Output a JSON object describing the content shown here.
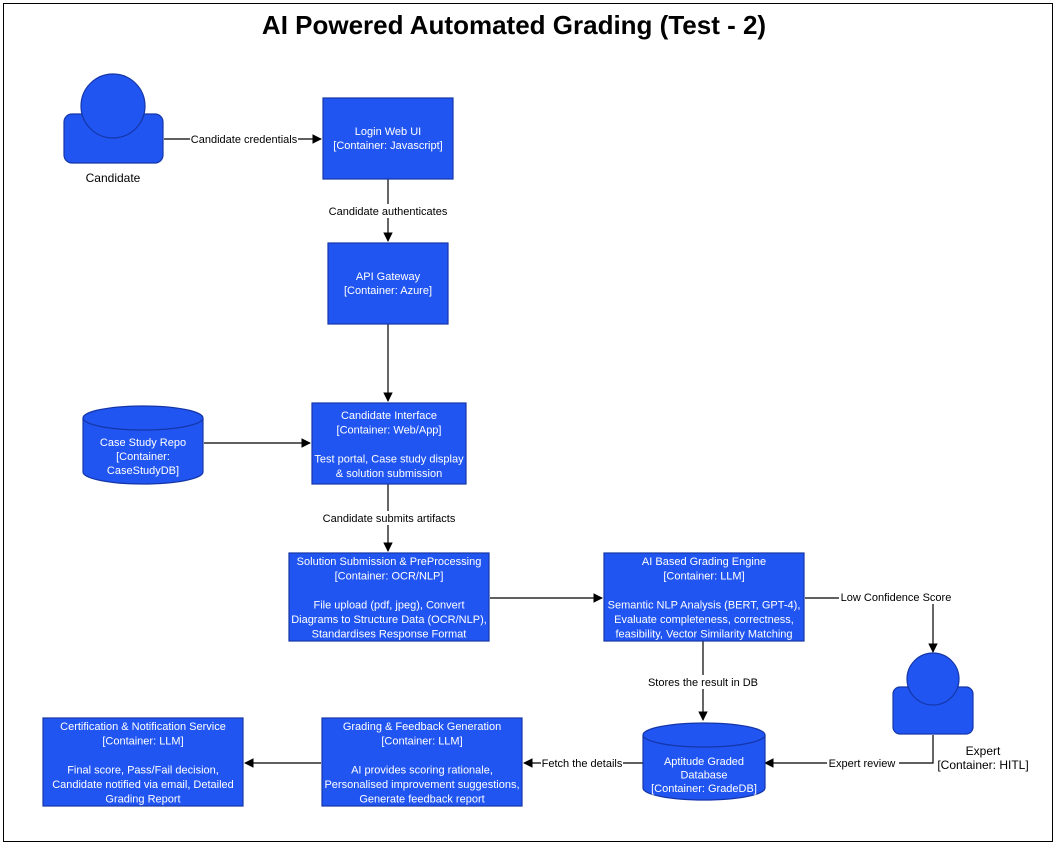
{
  "title": "AI Powered Automated Grading (Test - 2)",
  "colors": {
    "box_fill": "#2155F1",
    "box_stroke": "#1436A8",
    "text": "#ffffff",
    "edge": "#000000"
  },
  "nodes": {
    "candidate": {
      "label": "Candidate"
    },
    "login": {
      "lines": [
        "Login Web UI",
        "[Container: Javascript]"
      ]
    },
    "gateway": {
      "lines": [
        "API Gateway",
        "[Container: Azure]"
      ]
    },
    "interface": {
      "lines": [
        "Candidate Interface",
        "[Container: Web/App]",
        "",
        "Test portal, Case study display",
        "& solution submission"
      ]
    },
    "repo": {
      "lines": [
        "Case Study Repo",
        "[Container:",
        "CaseStudyDB]"
      ]
    },
    "submission": {
      "lines": [
        "Solution Submission & PreProcessing",
        "[Container: OCR/NLP]",
        "",
        "File upload (pdf, jpeg), Convert",
        "Diagrams to Structure Data (OCR/NLP),",
        "Standardises Response Format"
      ]
    },
    "engine": {
      "lines": [
        "AI Based Grading Engine",
        "[Container: LLM]",
        "",
        "Semantic NLP Analysis (BERT, GPT-4),",
        "Evaluate completeness, correctness,",
        "feasibility, Vector Similarity Matching"
      ]
    },
    "expert": {
      "lines": [
        "Expert",
        "[Container: HITL]"
      ]
    },
    "gradedb": {
      "lines": [
        "Aptitude Graded",
        "Database",
        "[Container: GradeDB]"
      ]
    },
    "feedback": {
      "lines": [
        "Grading & Feedback Generation",
        "[Container: LLM]",
        "",
        "AI provides scoring rationale,",
        "Personalised improvement suggestions,",
        "Generate feedback report"
      ]
    },
    "cert": {
      "lines": [
        "Certification & Notification Service",
        "[Container: LLM]",
        "",
        "Final score, Pass/Fail decision,",
        "Candidate notified via email, Detailed",
        "Grading Report"
      ]
    }
  },
  "edges": {
    "credentials": "Candidate credentials",
    "authenticates": "Candidate authenticates",
    "submits": "Candidate submits artifacts",
    "low_confidence": "Low Confidence Score",
    "stores": "Stores the result in DB",
    "expert_review": "Expert review",
    "fetch": "Fetch the details"
  }
}
